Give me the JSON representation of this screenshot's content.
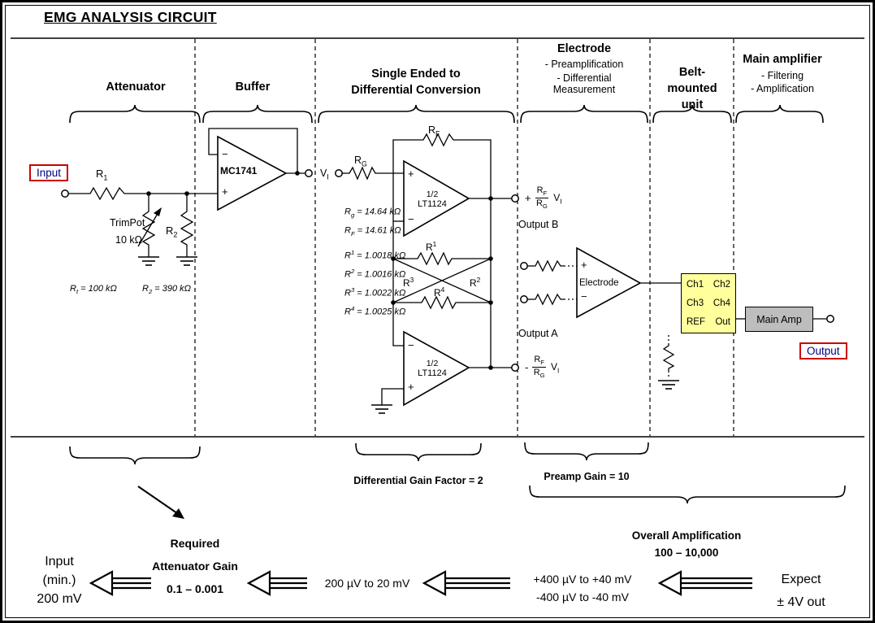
{
  "title": "EMG ANALYSIS CIRCUIT",
  "sym": {
    "plus": "+",
    "minus": "−"
  },
  "columns": {
    "attenuator": "Attenuator",
    "buffer": "Buffer",
    "se2diff_1": "Single Ended to",
    "se2diff_2": "Differential Conversion",
    "electrode": "Electrode",
    "electrode_sub1": "- Preamplification",
    "electrode_sub2": "- Differential",
    "electrode_sub3": "Measurement",
    "belt_1": "Belt-",
    "belt_2": "mounted",
    "belt_3": "unit",
    "mainamp": "Main amplifier",
    "mainamp_sub1": "- Filtering",
    "mainamp_sub2": "- Amplification"
  },
  "circuit": {
    "input": "Input",
    "output": "Output",
    "r1": {
      "main": "R",
      "sub": "1"
    },
    "trimpot": "TrimPot",
    "trimpot_value": "10 kΩ",
    "r2": {
      "main": "R",
      "sub": "2"
    },
    "rt_note": {
      "pre": "R",
      "sub": "t",
      "post": " = 100 kΩ"
    },
    "r2_note": {
      "pre": "R",
      "sub": "2",
      "post": " = 390 kΩ"
    },
    "buffer_ic": "MC1741",
    "vi": {
      "main": "V",
      "sub": "I"
    },
    "rg": {
      "main": "R",
      "sub": "G"
    },
    "rf": {
      "main": "R",
      "sub": "F"
    },
    "opamp_half": "1/2",
    "opamp_ic": "LT1124",
    "notes": [
      {
        "pre": "R",
        "sub": "g",
        "sup": "",
        "post": " = 14.64 kΩ"
      },
      {
        "pre": "R",
        "sub": "F",
        "sup": "",
        "post": " = 14.61 kΩ"
      }
    ],
    "notes2": [
      {
        "pre": "R",
        "sub": "",
        "sup": "1",
        "post": " = 1.0018 kΩ"
      },
      {
        "pre": "R",
        "sub": "",
        "sup": "2",
        "post": " = 1.0016 kΩ"
      },
      {
        "pre": "R",
        "sub": "",
        "sup": "3",
        "post": " = 1.0022 kΩ"
      },
      {
        "pre": "R",
        "sub": "",
        "sup": "4",
        "post": " = 1.0025 kΩ"
      }
    ],
    "r_sup1": {
      "main": "R",
      "sup": "1"
    },
    "r_sup2": {
      "main": "R",
      "sup": "2"
    },
    "r_sup3": {
      "main": "R",
      "sup": "3"
    },
    "r_sup4": {
      "main": "R",
      "sup": "4"
    },
    "gain_frac": {
      "num_main": "R",
      "num_sub": "F",
      "den_main": "R",
      "den_sub": "G",
      "mult_main": "V",
      "mult_sub": "I"
    },
    "output_b": {
      "label": "Output B",
      "sign": "+"
    },
    "output_a": {
      "label": "Output A",
      "sign": "-"
    },
    "electrode_label": "Electrode",
    "belt_box": {
      "rows": [
        [
          "Ch1",
          "Ch2"
        ],
        [
          "Ch3",
          "Ch4"
        ],
        [
          "REF",
          "Out"
        ]
      ]
    },
    "main_amp": "Main Amp"
  },
  "bottom": {
    "diff_gain": "Differential Gain Factor = 2",
    "preamp_gain": "Preamp Gain = 10",
    "overall_1": "Overall Amplification",
    "overall_2": "100 – 10,000",
    "flow": {
      "input_1": "Input",
      "input_2": "(min.)",
      "input_3": "200 mV",
      "req_1": "Required",
      "req_2": "Attenuator Gain",
      "req_3": "0.1 – 0.001",
      "mid": "200 µV to 20 mV",
      "range_1": "+400 µV to +40 mV",
      "range_2": "-400 µV to -40 mV",
      "expect_1": "Expect",
      "expect_2": "± 4V out"
    }
  },
  "colors": {
    "accent_red": "#cc0000",
    "navy": "#000080",
    "belt_yellow": "#ffff9c",
    "amp_gray": "#bdbdbd"
  }
}
